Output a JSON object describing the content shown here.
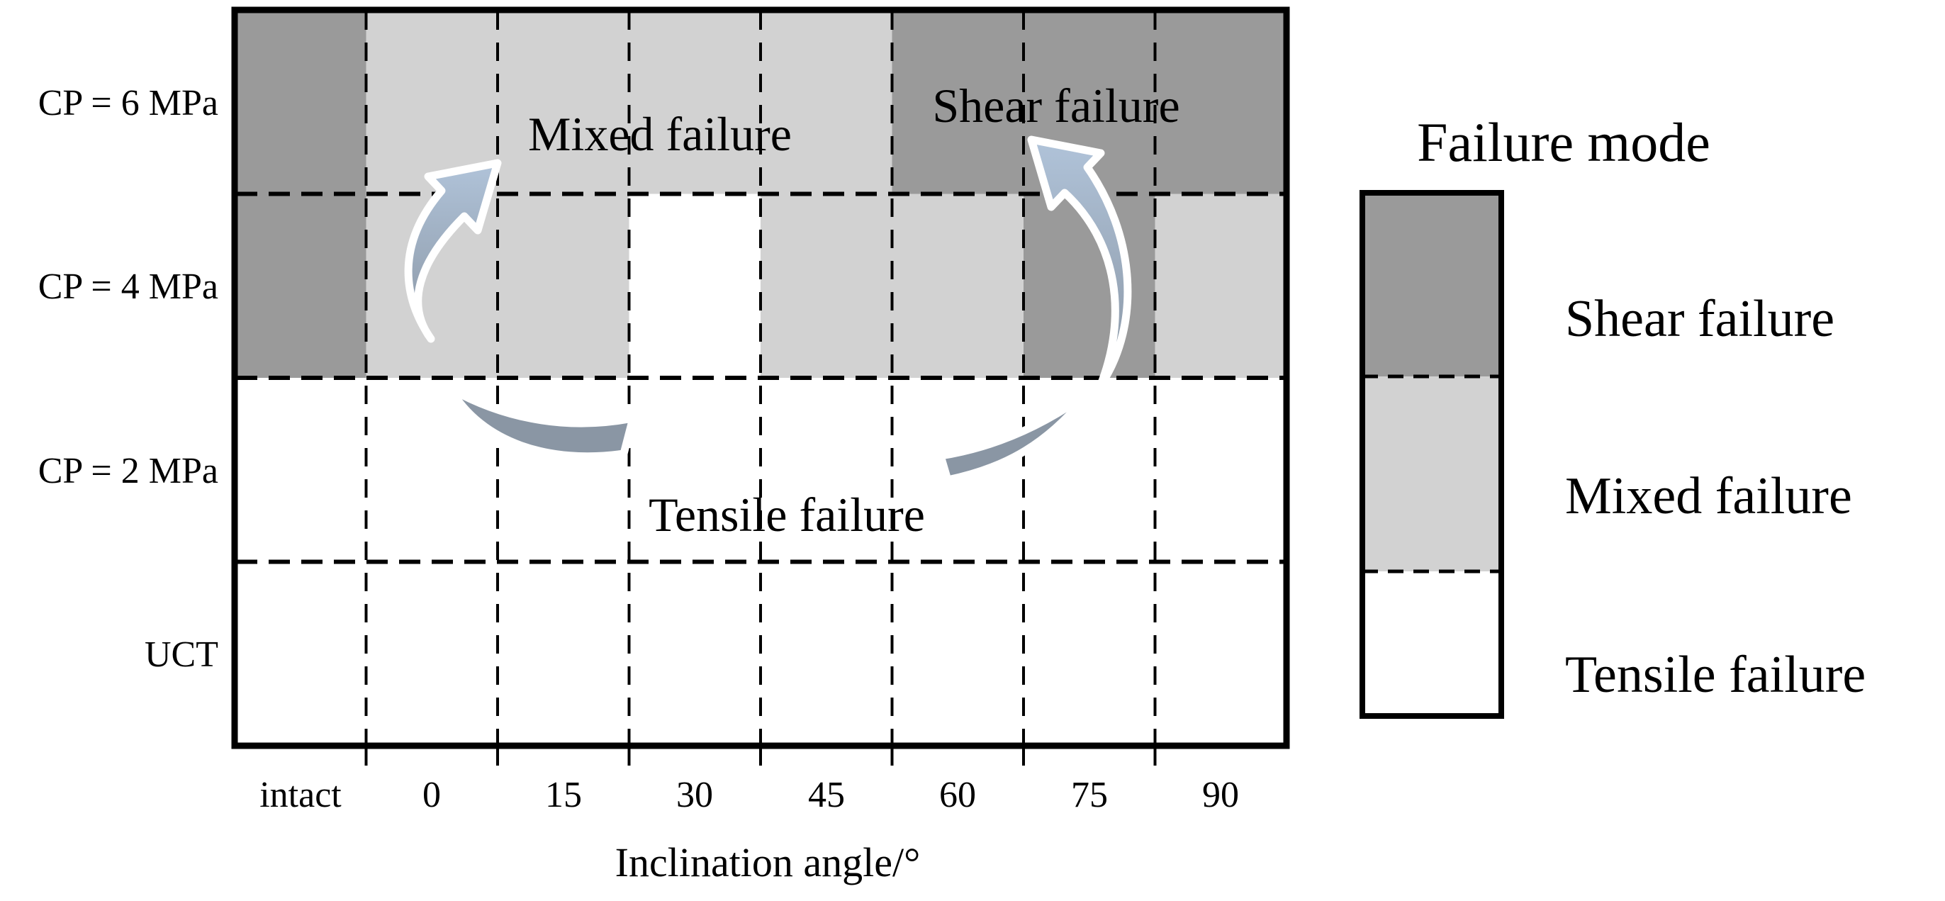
{
  "chart_data": {
    "type": "heatmap",
    "title": "",
    "x_axis": {
      "title": "Inclination angle/°",
      "categories": [
        "intact",
        "0",
        "15",
        "30",
        "45",
        "60",
        "75",
        "90"
      ]
    },
    "y_axis": {
      "categories": [
        "CP = 6 MPa",
        "CP = 4 MPa",
        "CP = 2 MPa",
        "UCT"
      ]
    },
    "grid": [
      [
        "shear",
        "mixed",
        "mixed",
        "mixed",
        "mixed",
        "shear",
        "shear",
        "shear"
      ],
      [
        "shear",
        "mixed",
        "mixed",
        "tensile",
        "mixed",
        "mixed",
        "shear",
        "mixed"
      ],
      [
        "tensile",
        "tensile",
        "tensile",
        "tensile",
        "tensile",
        "tensile",
        "tensile",
        "tensile"
      ],
      [
        "tensile",
        "tensile",
        "tensile",
        "tensile",
        "tensile",
        "tensile",
        "tensile",
        "tensile"
      ]
    ],
    "mode_colors": {
      "shear": "#9a9a9a",
      "mixed": "#d2d2d2",
      "tensile": "#ffffff"
    },
    "annotations": {
      "mixed": "Mixed failure",
      "shear": "Shear failure",
      "tensile": "Tensile failure"
    },
    "legend": {
      "title": "Failure mode",
      "entries": [
        {
          "label": "Shear failure",
          "mode": "shear",
          "color": "#9a9a9a"
        },
        {
          "label": "Mixed failure",
          "mode": "mixed",
          "color": "#d2d2d2"
        },
        {
          "label": "Tensile failure",
          "mode": "tensile",
          "color": "#ffffff"
        }
      ]
    },
    "arrows": [
      {
        "name": "tensile-to-mixed-arrow",
        "from": "Tensile failure",
        "to": "Mixed failure"
      },
      {
        "name": "tensile-to-shear-arrow",
        "from": "Tensile failure",
        "to": "Shear failure"
      }
    ],
    "arrow_style": {
      "top_color": "#b0c3d9",
      "bottom_color": "#8a96a4",
      "outline_color": "#ffffff"
    }
  }
}
